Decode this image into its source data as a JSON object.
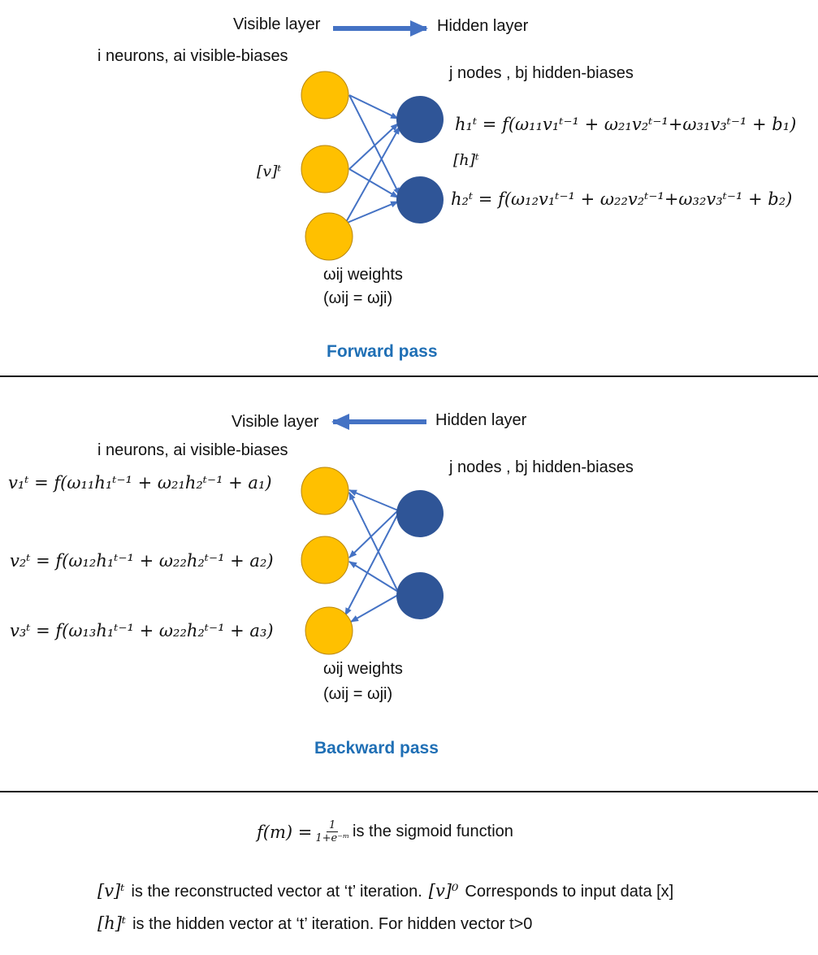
{
  "forward": {
    "visible_label": "Visible layer",
    "hidden_label": "Hidden layer",
    "visible_desc": "i neurons, ai visible-biases",
    "hidden_desc": "j nodes , bj hidden-biases",
    "v_vector": "[v]ᵗ",
    "h_vector": "[h]ᵗ",
    "h1_eq": "h₁ᵗ = f(ω₁₁v₁ᵗ⁻¹ + ω₂₁v₂ᵗ⁻¹+ω₃₁v₃ᵗ⁻¹ + b₁)",
    "h2_eq": "h₂ᵗ = f(ω₁₂v₁ᵗ⁻¹ + ω₂₂v₂ᵗ⁻¹+ω₃₂v₃ᵗ⁻¹ + b₂)",
    "weights": "ωij weights",
    "symmetry": "(ωij = ωji)",
    "title": "Forward pass"
  },
  "backward": {
    "visible_label": "Visible layer",
    "hidden_label": "Hidden layer",
    "visible_desc": "i neurons, ai visible-biases",
    "hidden_desc": "j nodes , bj hidden-biases",
    "v1_eq": "v₁ᵗ = f(ω₁₁h₁ᵗ⁻¹ + ω₂₁h₂ᵗ⁻¹ + a₁)",
    "v2_eq": "v₂ᵗ = f(ω₁₂h₁ᵗ⁻¹ + ω₂₂h₂ᵗ⁻¹ + a₂)",
    "v3_eq": "v₃ᵗ = f(ω₁₃h₁ᵗ⁻¹ + ω₂₂h₂ᵗ⁻¹ + a₃)",
    "weights": "ωij weights",
    "symmetry": "(ωij = ωji)",
    "title": "Backward pass"
  },
  "footer": {
    "sigmoid_lhs": "f(m) =",
    "sigmoid_num": "1",
    "sigmoid_den": "1+e⁻ᵐ",
    "sigmoid_text": "is the sigmoid function",
    "v_line_sym": "[v]ᵗ",
    "v_line_text": "is the reconstructed vector at ‘t’ iteration.",
    "v_line_sym0": "[v]⁰",
    "v_line_text2": "Corresponds to input data [x]",
    "h_line_sym": "[h]ᵗ",
    "h_line_text": "is the hidden vector at ‘t’ iteration. For hidden vector t>0"
  },
  "colors": {
    "visible_node": "#FFC000",
    "visible_stroke": "#B8860B",
    "hidden_node": "#2F5597",
    "edge": "#4472C4",
    "title": "#1F6FB5"
  }
}
